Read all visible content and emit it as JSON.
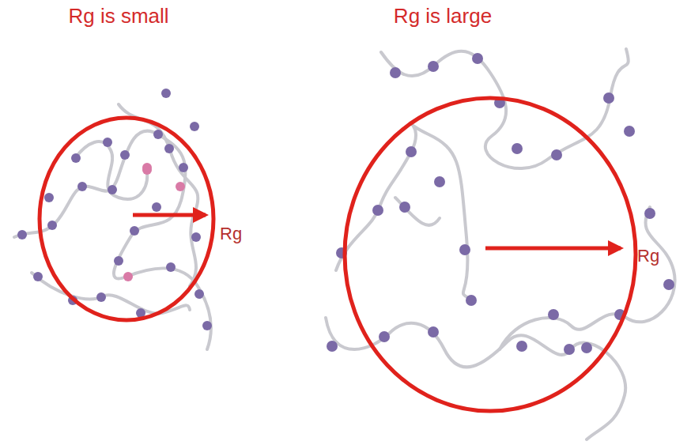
{
  "diagram": {
    "labels": [
      "Rg is small",
      "Rg is large",
      "Rg",
      "Rg"
    ]
  }
}
